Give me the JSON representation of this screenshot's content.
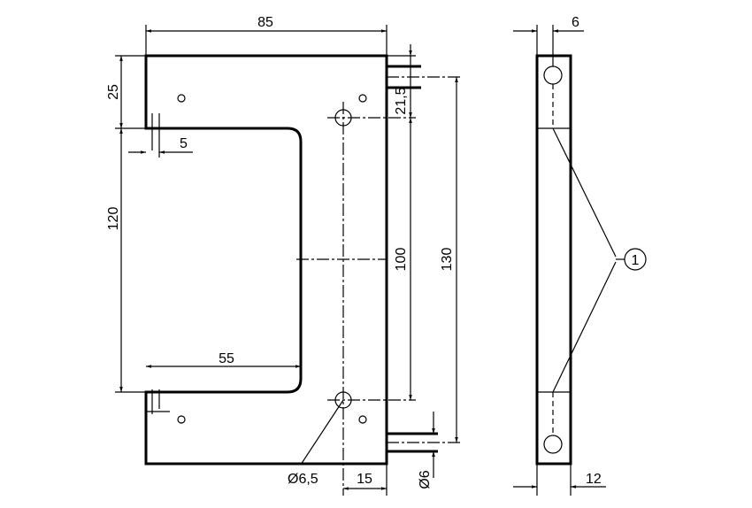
{
  "drawing": {
    "dimensions": {
      "width": "85",
      "top_offset": "25",
      "slot_height": "120",
      "edge_offset": "5",
      "slot_depth": "55",
      "connector_offset": "21,5",
      "hole_spacing": "100",
      "connector_spacing": "130",
      "hole_diameter": "Ø6,5",
      "hole_edge": "15",
      "connector_diameter": "Ø6",
      "side_offset": "6",
      "thickness": "12"
    },
    "callout": "1"
  }
}
